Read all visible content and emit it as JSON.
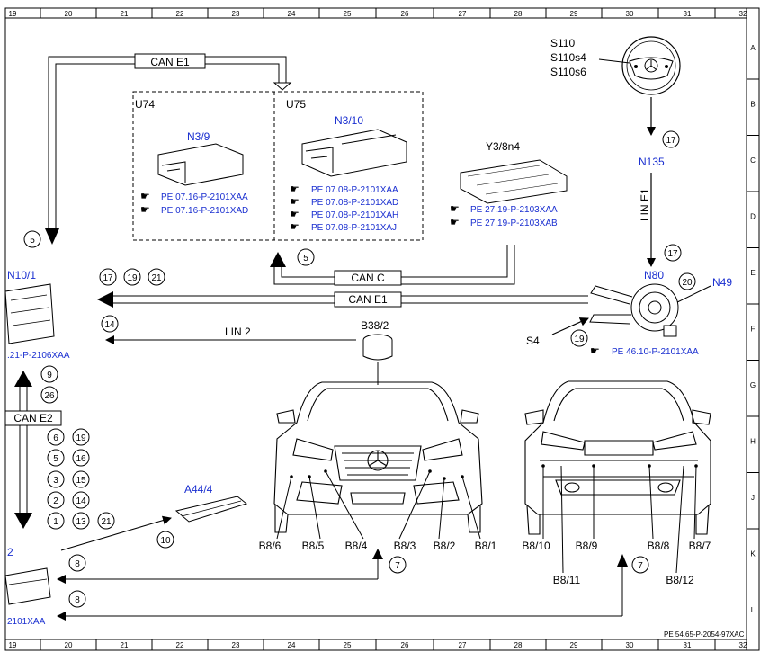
{
  "grid": {
    "columns": [
      "19",
      "20",
      "21",
      "22",
      "23",
      "24",
      "25",
      "26",
      "27",
      "28",
      "29",
      "30",
      "31",
      "32"
    ],
    "rows": [
      "A",
      "B",
      "C",
      "D",
      "E",
      "F",
      "G",
      "H",
      "J",
      "K",
      "L"
    ]
  },
  "footer": {
    "doc_ref": "PE 54.65-P-2054-97XAC"
  },
  "buses": {
    "can_e1_top": "CAN E1",
    "can_c": "CAN C",
    "can_e1_mid": "CAN E1",
    "lin2": "LIN 2",
    "can_e2": "CAN E2",
    "lin_e1": "LIN E1"
  },
  "components": {
    "s110": [
      "S110",
      "S110s4",
      "S110s6"
    ],
    "n135": "N135",
    "n80": "N80",
    "n49": "N49",
    "s4": "S4",
    "s4_ref": "PE 46.10-P-2101XAA",
    "y3": "Y3/8n4",
    "y3_refs": [
      "PE 27.19-P-2103XAA",
      "PE 27.19-P-2103XAB"
    ],
    "u74": "U74",
    "u75": "U75",
    "n3_9": "N3/9",
    "n3_9_refs": [
      "PE 07.16-P-2101XAA",
      "PE 07.16-P-2101XAD"
    ],
    "n3_10": "N3/10",
    "n3_10_refs": [
      "PE 07.08-P-2101XAA",
      "PE 07.08-P-2101XAD",
      "PE 07.08-P-2101XAH",
      "PE 07.08-P-2101XAJ"
    ],
    "n10": "N10/1",
    "n10_ref": ".21-P-2106XAA",
    "left_bottom_label": "2",
    "left_bottom_ref": "2101XAA",
    "b38": "B38/2",
    "a44": "A44/4",
    "front_sensors": [
      "B8/6",
      "B8/5",
      "B8/4",
      "B8/3",
      "B8/2",
      "B8/1"
    ],
    "rear_sensors_top": [
      "B8/10",
      "B8/9",
      "B8/8",
      "B8/7"
    ],
    "rear_sensors_bottom": [
      "B8/11",
      "B8/12"
    ]
  },
  "callouts": {
    "c17a": "17",
    "c17b": "17",
    "c20": "20",
    "c19_s4": "19",
    "c5_left": "5",
    "c5_mid": "5",
    "c17_left": "17",
    "c19_left": "19",
    "c21_left": "21",
    "c14_left": "14",
    "c9": "9",
    "c26": "26",
    "c6": "6",
    "c19_col": "19",
    "c5_col": "5",
    "c16": "16",
    "c3": "3",
    "c15": "15",
    "c2": "2",
    "c14_col": "14",
    "c1": "1",
    "c13": "13",
    "c21_col": "21",
    "c10": "10",
    "c8a": "8",
    "c8b": "8",
    "c7a": "7",
    "c7b": "7"
  }
}
